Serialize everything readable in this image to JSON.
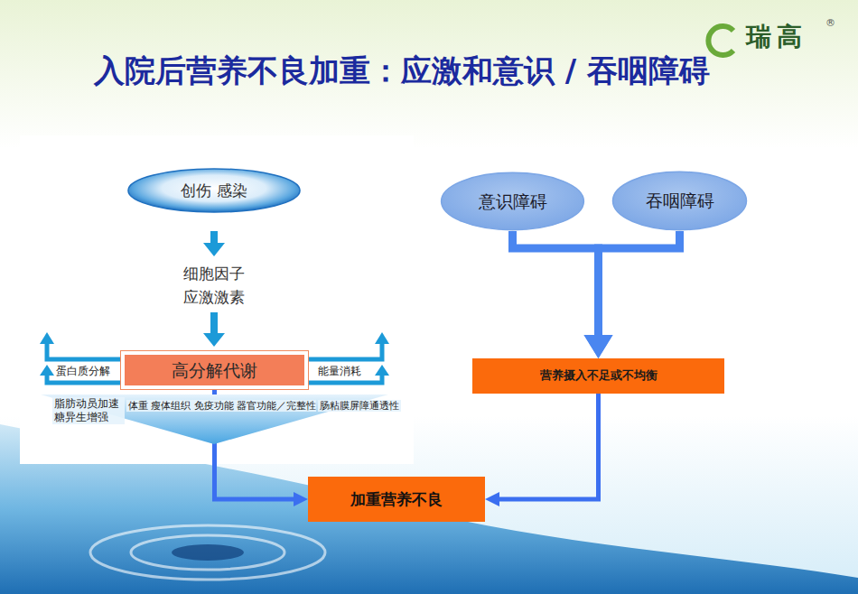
{
  "diagram": {
    "title": "入院后营养不良加重：应激和意识 / 吞咽障碍",
    "nodes": [
      {
        "text": [
          "创伤 感染"
        ]
      },
      {
        "text": [
          "意识障碍"
        ]
      },
      {
        "text": [
          "吞咽障碍"
        ]
      },
      {
        "text": [
          "高分解代谢"
        ]
      },
      {
        "text": [
          "营养摄入不足或不均衡"
        ]
      },
      {
        "text": [
          "加重营养不良"
        ]
      }
    ],
    "edges": [
      {
        "from": 3,
        "to": 5,
        "arrow": "to"
      },
      {
        "from": 1,
        "to": 4,
        "arrow": "to"
      },
      {
        "from": 2,
        "to": 4,
        "arrow": "to"
      },
      {
        "from": 4,
        "to": 5,
        "arrow": "to"
      }
    ],
    "labels": [
      "细胞因子 应激激素",
      "蛋白质分解",
      "脂肪动员加速 糖异生增强",
      "能量消耗",
      "体重 瘦体组织 免疫功能 器官功能／完整性",
      "肠粘膜屏障通透性",
      "瑞高",
      "®"
    ]
  }
}
